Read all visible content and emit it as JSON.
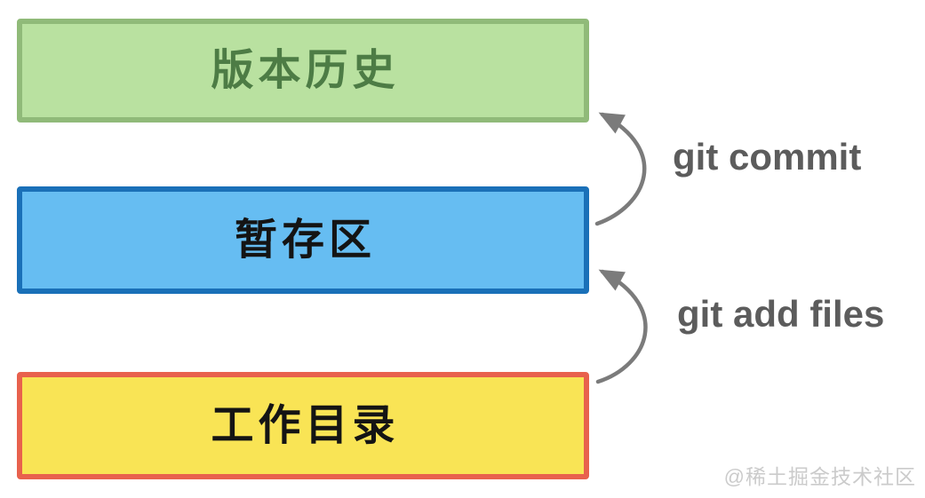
{
  "diagram": {
    "background": "#ffffff",
    "boxes": [
      {
        "id": "version-history",
        "label": "版本历史",
        "fill": "#b9e1a0",
        "border": "#90ba79",
        "text_color": "#4d7c45"
      },
      {
        "id": "staging-area",
        "label": "暂存区",
        "fill": "#66bdf2",
        "border": "#1a70b8",
        "text_color": "#141414"
      },
      {
        "id": "working-directory",
        "label": "工作目录",
        "fill": "#f9e455",
        "border": "#e8614d",
        "text_color": "#141414"
      }
    ],
    "arrows": [
      {
        "id": "git-commit",
        "label": "git commit",
        "from": "staging-area",
        "to": "version-history"
      },
      {
        "id": "git-add",
        "label": "git add files",
        "from": "working-directory",
        "to": "staging-area"
      }
    ],
    "arrow_color": "#7b7b7b",
    "arrow_label_color": "#5c5c5c",
    "watermark": "@稀土掘金技术社区"
  }
}
